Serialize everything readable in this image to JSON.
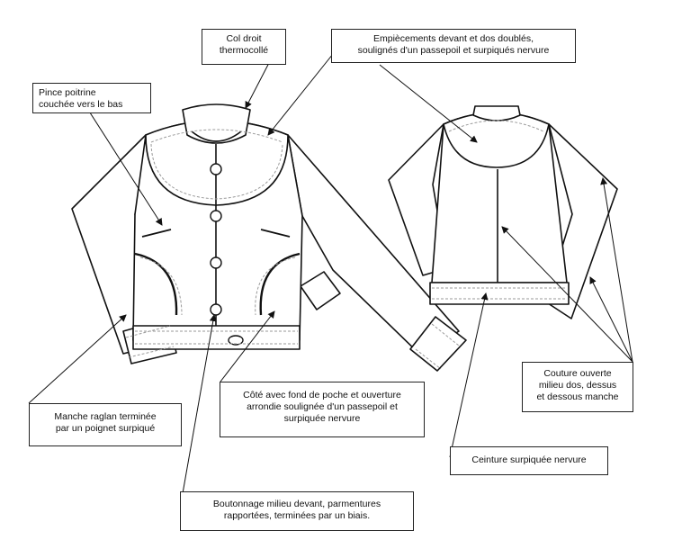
{
  "colors": {
    "ink": "#111111",
    "stitch": "#9a9a9a",
    "paper": "#ffffff"
  },
  "labels": {
    "col": "Col droit\nthermocollé",
    "empiecements": "Empiècements devant et dos doublés,\nsoulignés d'un passepoil et surpiqués nervure",
    "pince": "Pince poitrine\ncouchée vers le bas",
    "manche": "Manche raglan terminée\npar un poignet surpiqué",
    "cote": "Côté avec fond de poche et ouverture\narrondie soulignée d'un passepoil et\nsurpiquée nervure",
    "boutonnage": "Boutonnage milieu devant, parmentures\nrapportées, terminées par un biais.",
    "couture": "Couture ouverte\nmilieu dos, dessus\net dessous manche",
    "ceinture": "Ceinture surpiquée nervure"
  }
}
